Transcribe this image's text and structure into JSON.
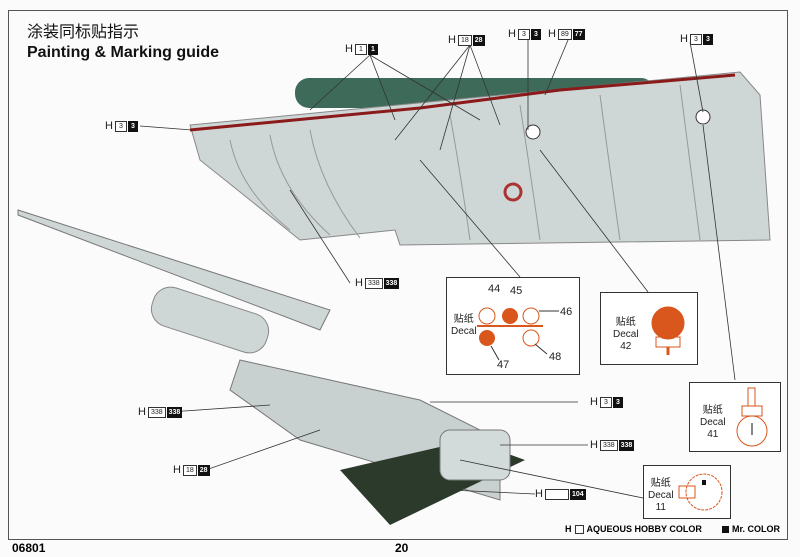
{
  "header": {
    "title_cn": "涂装同标贴指示",
    "title_en": "Painting & Marking guide"
  },
  "callouts": [
    {
      "h": "1",
      "mr": "1"
    },
    {
      "h": "18",
      "mr": "28"
    },
    {
      "h": "3",
      "mr": "3"
    },
    {
      "h": "89",
      "mr": "77"
    },
    {
      "h": "3",
      "mr": "3"
    },
    {
      "h": "3",
      "mr": "3"
    },
    {
      "h": "338",
      "mr": "338"
    },
    {
      "h": "338",
      "mr": "338"
    },
    {
      "h": "18",
      "mr": "28"
    },
    {
      "h": "3",
      "mr": "3"
    },
    {
      "h": "338",
      "mr": "338"
    },
    {
      "h": "",
      "mr": "104"
    }
  ],
  "decals": {
    "cn": "贴纸",
    "en": "Decal",
    "gauge_group": [
      "44",
      "45",
      "46",
      "47",
      "48"
    ],
    "d42": "42",
    "d41": "41",
    "d11": "11"
  },
  "legend": {
    "h_prefix": "H",
    "aqueous": "AQUEOUS HOBBY COLOR",
    "mr": "Mr. COLOR"
  },
  "footer": {
    "code": "06801",
    "page": "20"
  },
  "colors": {
    "pipe": "#8b1a1a",
    "hull": "#cfd6d6",
    "tank": "#3e6a5a",
    "decal_orange": "#d9561c"
  }
}
